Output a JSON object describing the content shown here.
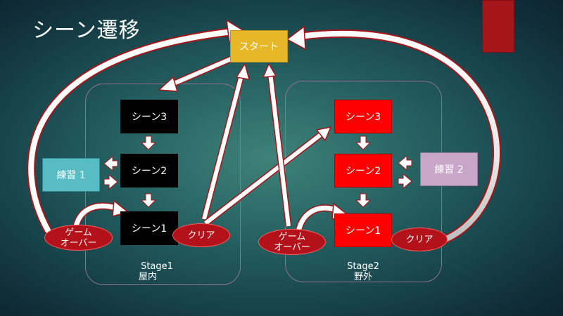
{
  "slide": {
    "title": "シーン遷移",
    "accent_color": "#a5161a"
  },
  "start": {
    "label": "スタート",
    "color": "#e6b829"
  },
  "stage1": {
    "name": "Stage1",
    "sub": "屋内",
    "scene3": "シーン3",
    "scene2": "シーン2",
    "scene1": "シーン1",
    "practice": "練習 1",
    "gameover_line1": "ゲーム",
    "gameover_line2": "オーバー",
    "clear": "クリア",
    "box_color": "#000000",
    "practice_color": "#57bcc4"
  },
  "stage2": {
    "name": "Stage2",
    "sub": "野外",
    "scene3": "シーン3",
    "scene2": "シーン2",
    "scene1": "シーン1",
    "practice": "練習 2",
    "gameover_line1": "ゲーム",
    "gameover_line2": "オーバー",
    "clear": "クリア",
    "box_color": "#ff0000",
    "practice_color": "#c7a6c9"
  },
  "colors": {
    "ellipse": "#b3121a",
    "arrow_fill": "#ffffff",
    "arrow_outline": "#a5161a",
    "region_border": "#8c7393"
  }
}
